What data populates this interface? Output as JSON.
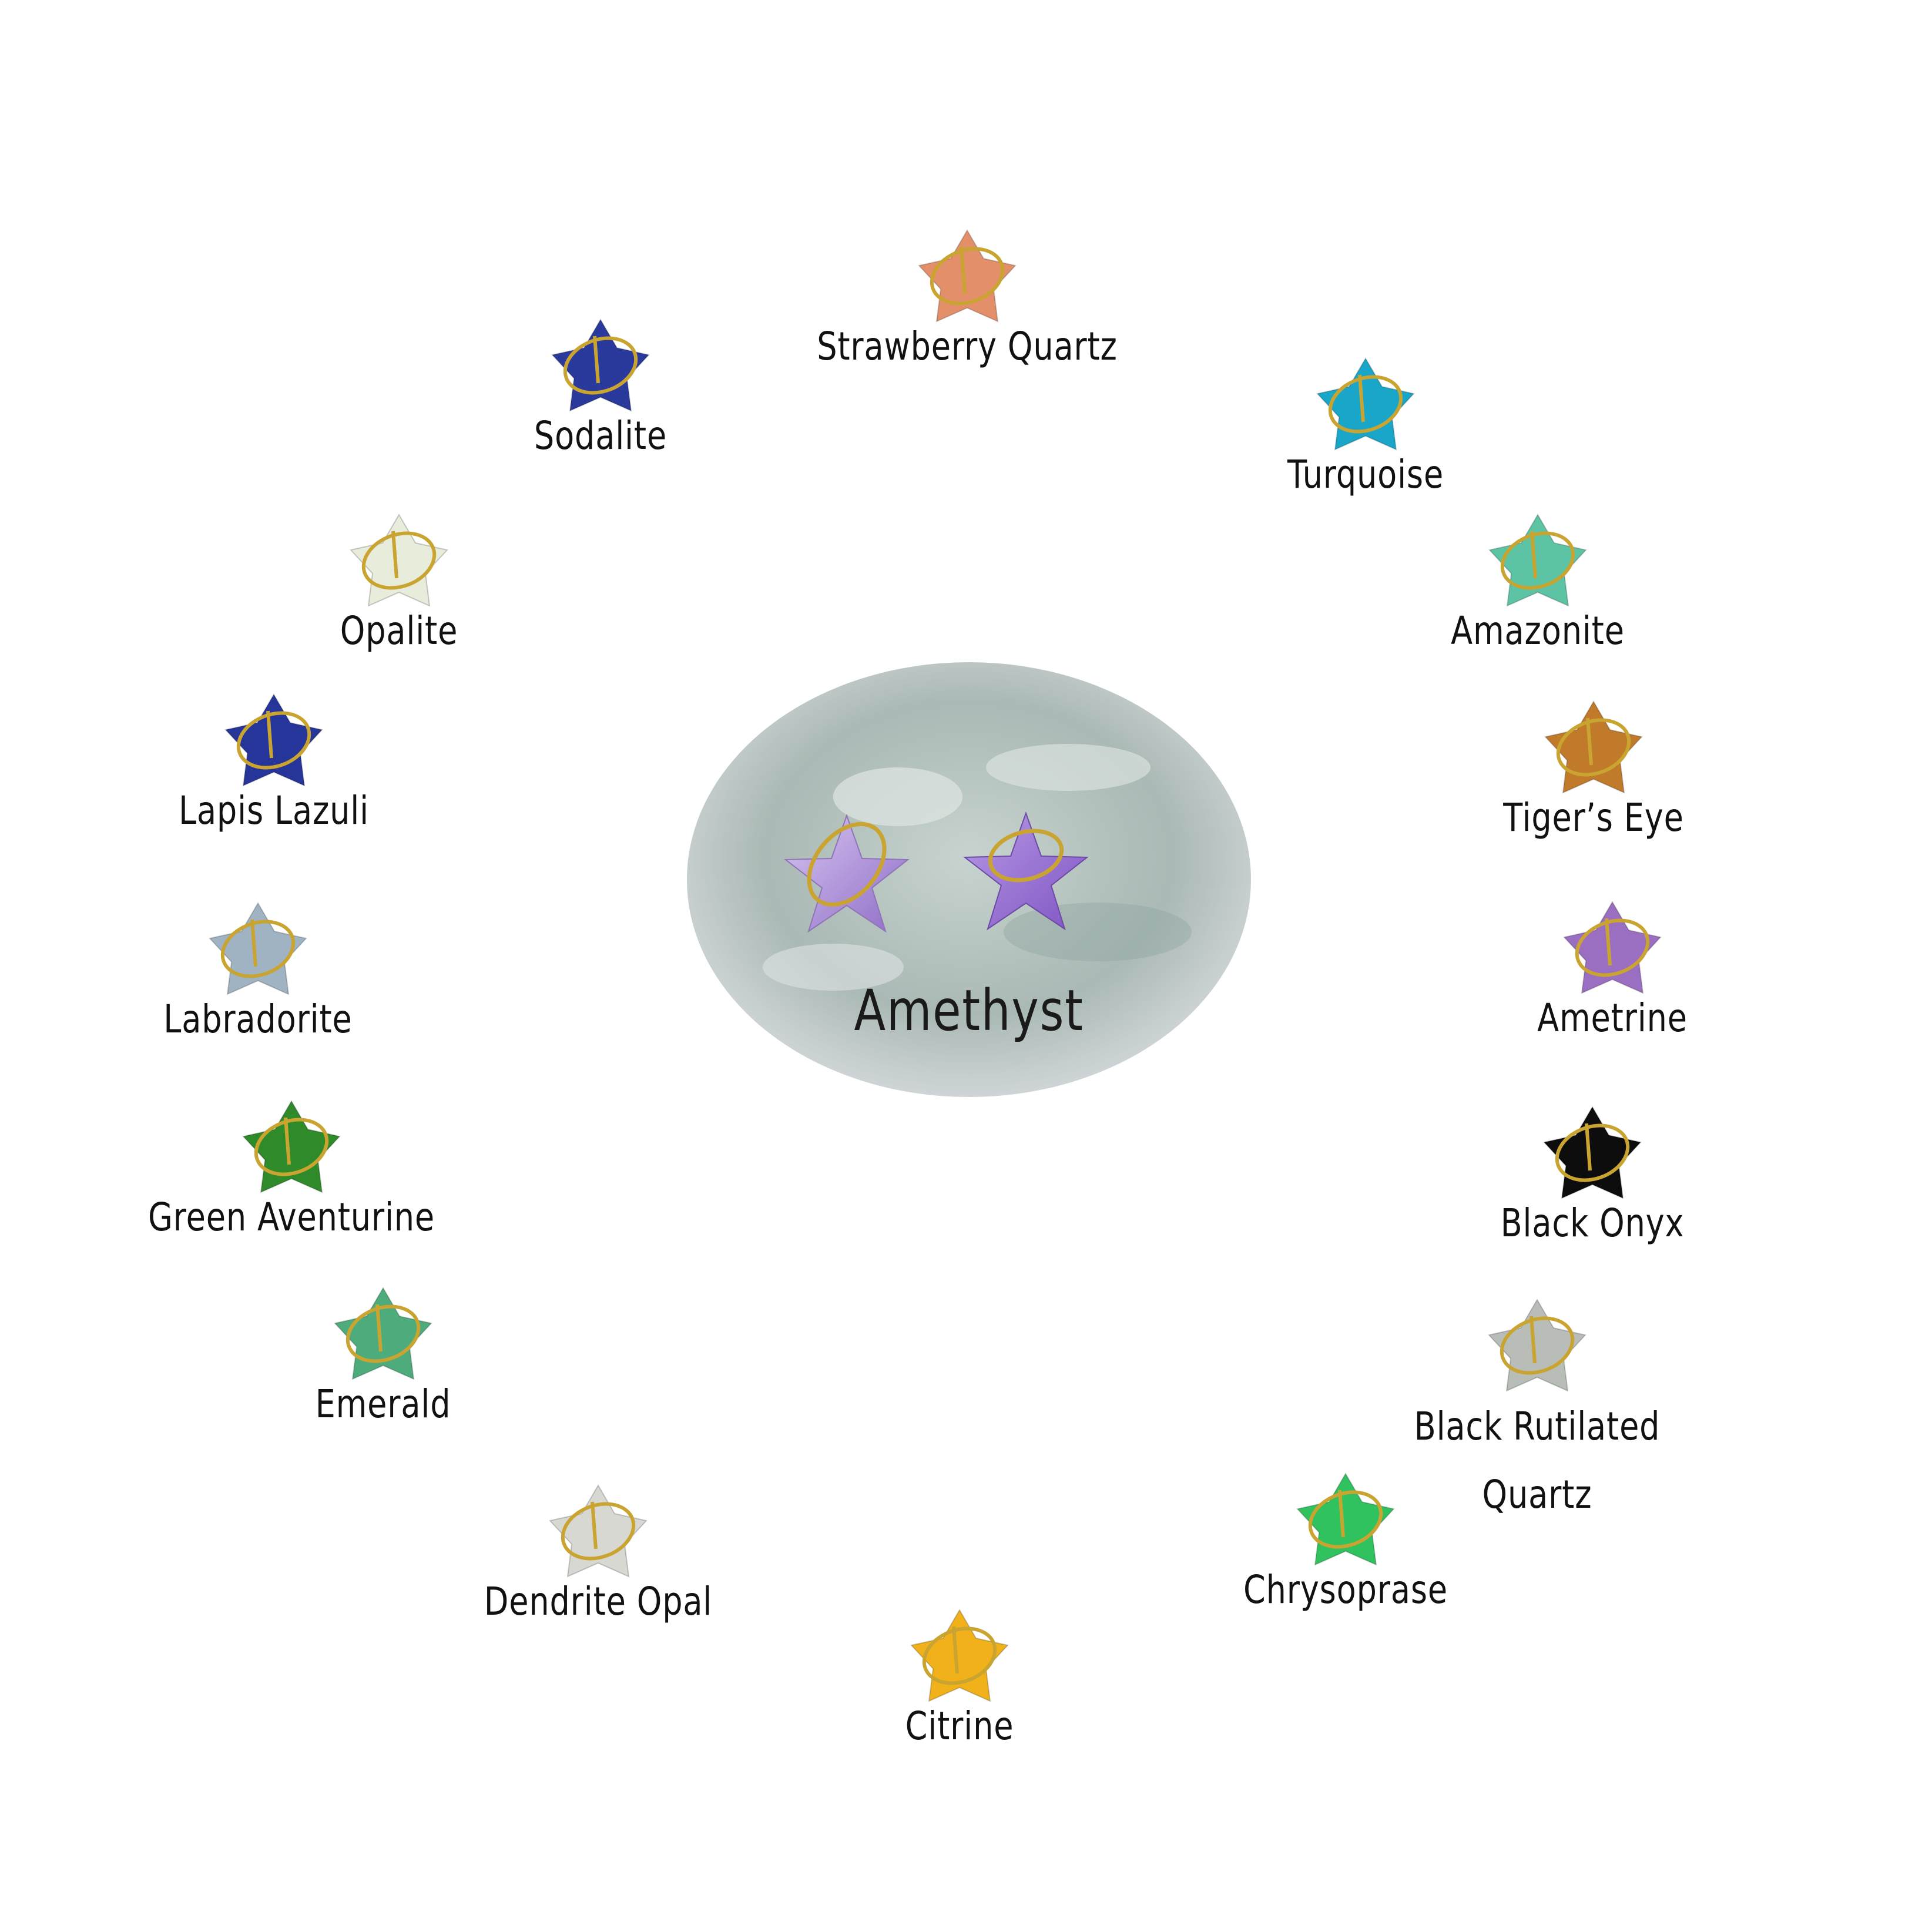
{
  "center": {
    "name": "Amethyst",
    "color": "#9c7fd0"
  },
  "gems": [
    {
      "id": "strawberry-quartz",
      "name": "Strawberry Quartz",
      "color": "#e3906a"
    },
    {
      "id": "sodalite",
      "name": "Sodalite",
      "color": "#2a3a9c"
    },
    {
      "id": "turquoise",
      "name": "Turquoise",
      "color": "#1aa6c9"
    },
    {
      "id": "opalite",
      "name": "Opalite",
      "color": "#e8ecdb"
    },
    {
      "id": "amazonite",
      "name": "Amazonite",
      "color": "#5cc3a4"
    },
    {
      "id": "lapis-lazuli",
      "name": "Lapis Lazuli",
      "color": "#25359a"
    },
    {
      "id": "tigers-eye",
      "name": "Tiger’s Eye",
      "color": "#c07a2a"
    },
    {
      "id": "labradorite",
      "name": "Labradorite",
      "color": "#9fb3c2"
    },
    {
      "id": "ametrine",
      "name": "Ametrine",
      "color": "#9a6fc1"
    },
    {
      "id": "green-aventurine",
      "name": "Green Aventurine",
      "color": "#2f8a2a"
    },
    {
      "id": "black-onyx",
      "name": "Black Onyx",
      "color": "#0d0d0d"
    },
    {
      "id": "emerald",
      "name": "Emerald",
      "color": "#4eac7c"
    },
    {
      "id": "black-rutilated-quartz",
      "name": "Black Rutilated\nQuartz",
      "color": "#b8bdb8"
    },
    {
      "id": "dendrite-opal",
      "name": "Dendrite Opal",
      "color": "#d8d8d2"
    },
    {
      "id": "chrysoprase",
      "name": "Chrysoprase",
      "color": "#2fc25e"
    },
    {
      "id": "citrine",
      "name": "Citrine",
      "color": "#f0b11a"
    }
  ]
}
